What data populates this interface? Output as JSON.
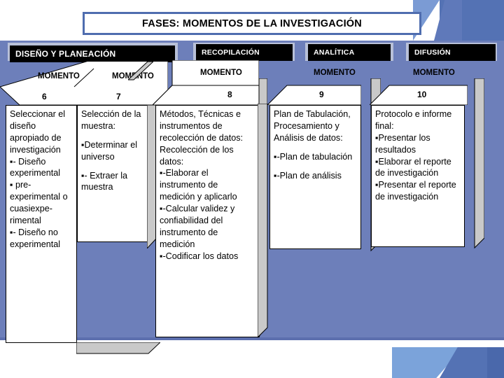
{
  "title": "FASES: MOMENTOS DE LA INVESTIGACIÓN",
  "colors": {
    "background_panel": "#6d7fba",
    "header_bar": "#000000",
    "header_text": "#ffffff",
    "box_face": "#ffffff",
    "box_side": "#c9c9c9",
    "title_border": "#4f6daf",
    "deco_light_blue": "#7ba3da",
    "deco_dark_blue": "#5472b4"
  },
  "phases": [
    {
      "name": "DISEÑO Y PLANEACIÓN"
    },
    {
      "name": "RECOPILACIÓN"
    },
    {
      "name": "ANALÍTICA"
    },
    {
      "name": "DIFUSIÓN"
    }
  ],
  "momento_label": "MOMENTO",
  "columns": [
    {
      "number": "6",
      "phase": "DISEÑO Y PLANEACIÓN",
      "lines": [
        "Seleccionar el diseño apropiado de investigación",
        "▪- Diseño experimental",
        "▪ pre-experimental o cuasiexpe-rimental",
        "▪- Diseño no experimental"
      ]
    },
    {
      "number": "7",
      "phase": "DISEÑO Y PLANEACIÓN",
      "lines": [
        "Selección de la muestra:",
        "▪Determinar el universo",
        "▪- Extraer la muestra"
      ]
    },
    {
      "number": "8",
      "phase": "RECOPILACIÓN",
      "lines": [
        "Métodos, Técnicas e instrumentos de recolección de datos: Recolección de los datos:",
        "▪-Elaborar el instrumento de medición y aplicarlo",
        "▪-Calcular validez y confiabilidad del instrumento de medición",
        "▪-Codificar los datos"
      ]
    },
    {
      "number": "9",
      "phase": "ANALÍTICA",
      "lines": [
        "Plan de Tabulación, Procesamiento y  Análisis de datos:",
        "▪-Plan de tabulación",
        "▪-Plan de análisis"
      ]
    },
    {
      "number": "10",
      "phase": "DIFUSIÓN",
      "lines": [
        "Protocolo e informe final:",
        "▪Presentar los resultados",
        "▪Elaborar el reporte de investigación",
        "▪Presentar el reporte de investigación"
      ]
    }
  ]
}
